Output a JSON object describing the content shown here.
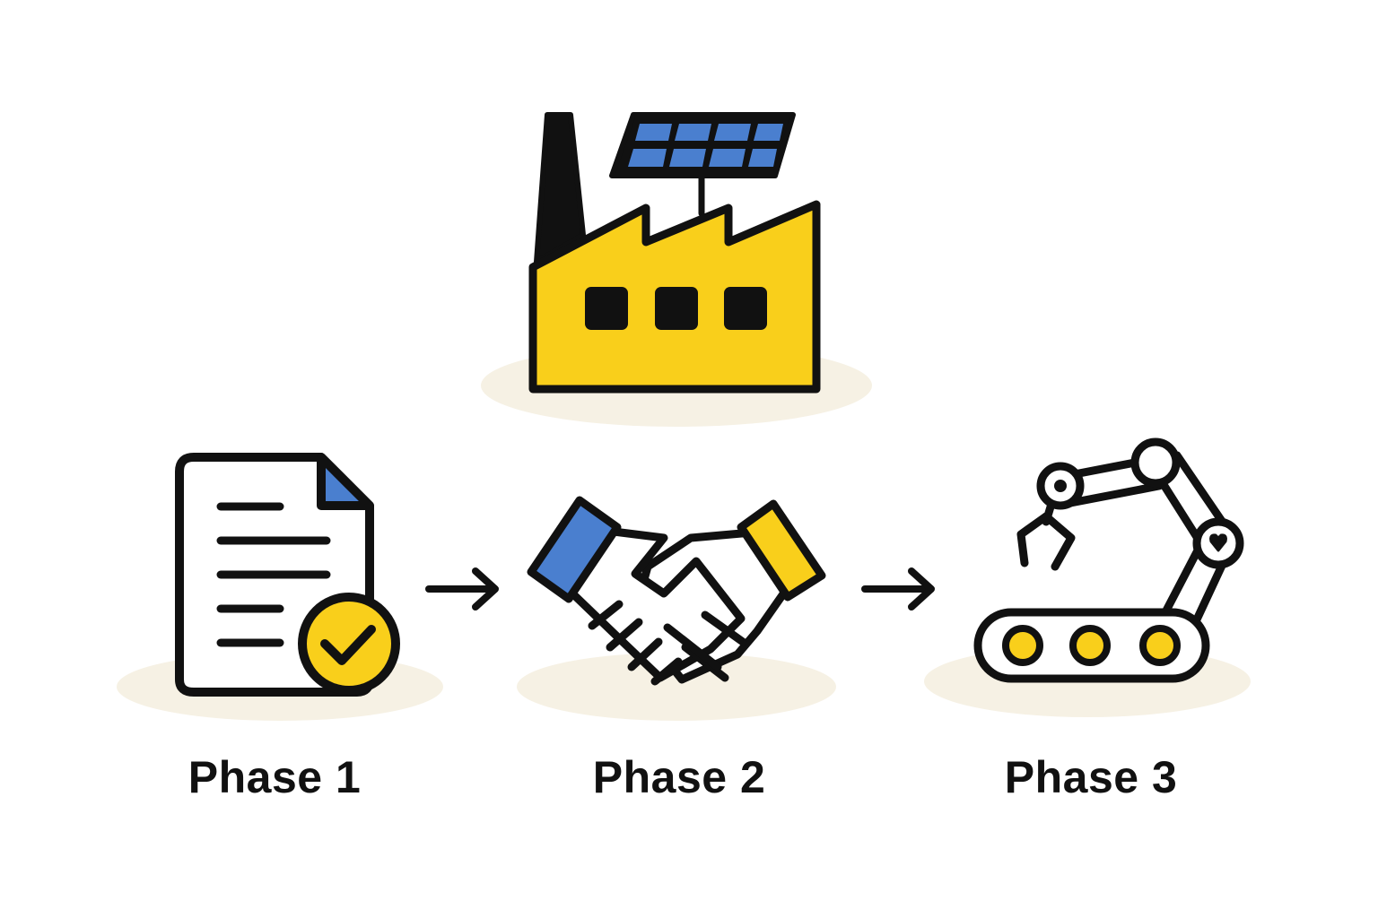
{
  "colors": {
    "yellow": "#F9CF1B",
    "blue": "#4A7FCF",
    "outline": "#111111",
    "shadow": "#F6F1E4",
    "background": "#FFFFFF"
  },
  "icons": {
    "factory": "factory-with-solar-panel-icon",
    "document": "approved-document-icon",
    "handshake": "handshake-icon",
    "robot": "robotic-arm-conveyor-icon",
    "arrow": "arrow-right-icon"
  },
  "phases": [
    {
      "label": "Phase 1"
    },
    {
      "label": "Phase 2"
    },
    {
      "label": "Phase 3"
    }
  ]
}
